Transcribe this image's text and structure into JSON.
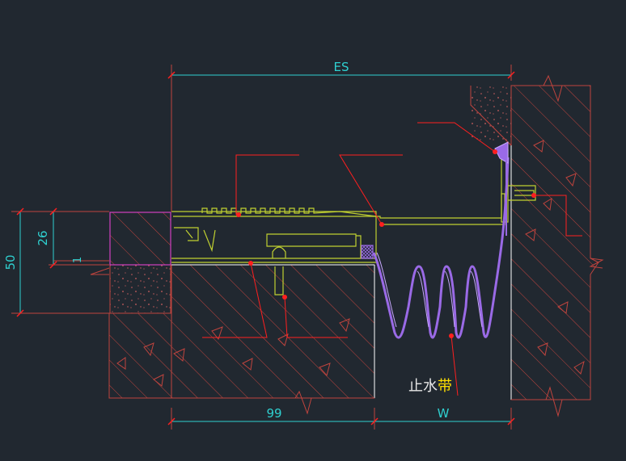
{
  "dimensions": {
    "es": "ES",
    "d50": "50",
    "d26": "26",
    "d1": "1",
    "d99": "99",
    "w": "W"
  },
  "labels": {
    "waterstop_1": "止水",
    "waterstop_2": "带"
  },
  "colors": {
    "background": "#212830",
    "dimension": "#2fd0d0",
    "hatch": "#c0443e",
    "profile": "#c0d030",
    "seal": "#9a6ae6",
    "magenta": "#d040c0",
    "leader": "#ff1f1f",
    "highlight_text": "#ffe000",
    "text": "#e6e6e6"
  }
}
